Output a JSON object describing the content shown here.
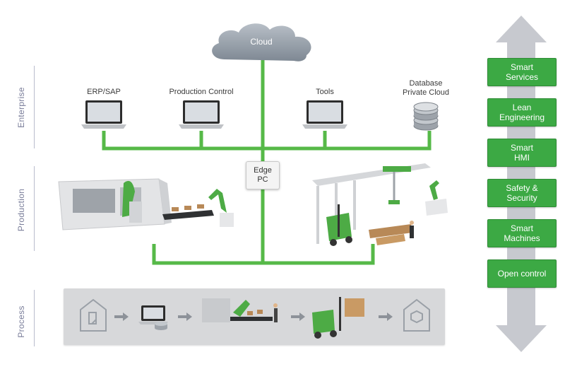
{
  "cloud": {
    "label": "Cloud"
  },
  "layers": {
    "enterprise": "Enterprise",
    "production": "Production",
    "process": "Process"
  },
  "enterprise_items": [
    {
      "label": "ERP/SAP",
      "icon": "laptop-icon"
    },
    {
      "label": "Production Control",
      "icon": "laptop-icon"
    },
    {
      "label": "Tools",
      "icon": "laptop-icon"
    },
    {
      "label_line1": "Database",
      "label_line2": "Private Cloud",
      "icon": "database-icon"
    }
  ],
  "edge_pc": {
    "line1": "Edge",
    "line2": "PC"
  },
  "services": [
    {
      "line1": "Smart",
      "line2": "Services"
    },
    {
      "line1": "Lean",
      "line2": "Engineering"
    },
    {
      "line1": "Smart",
      "line2": "HMI"
    },
    {
      "line1": "Safety &",
      "line2": "Security"
    },
    {
      "line1": "Smart",
      "line2": "Machines"
    },
    {
      "line1": "Open control",
      "line2": ""
    }
  ],
  "colors": {
    "network_green": "#56b948",
    "button_green": "#3ca944",
    "arrow_grey": "#c7c9cf",
    "cloud_grey": "#9aa3ad"
  }
}
